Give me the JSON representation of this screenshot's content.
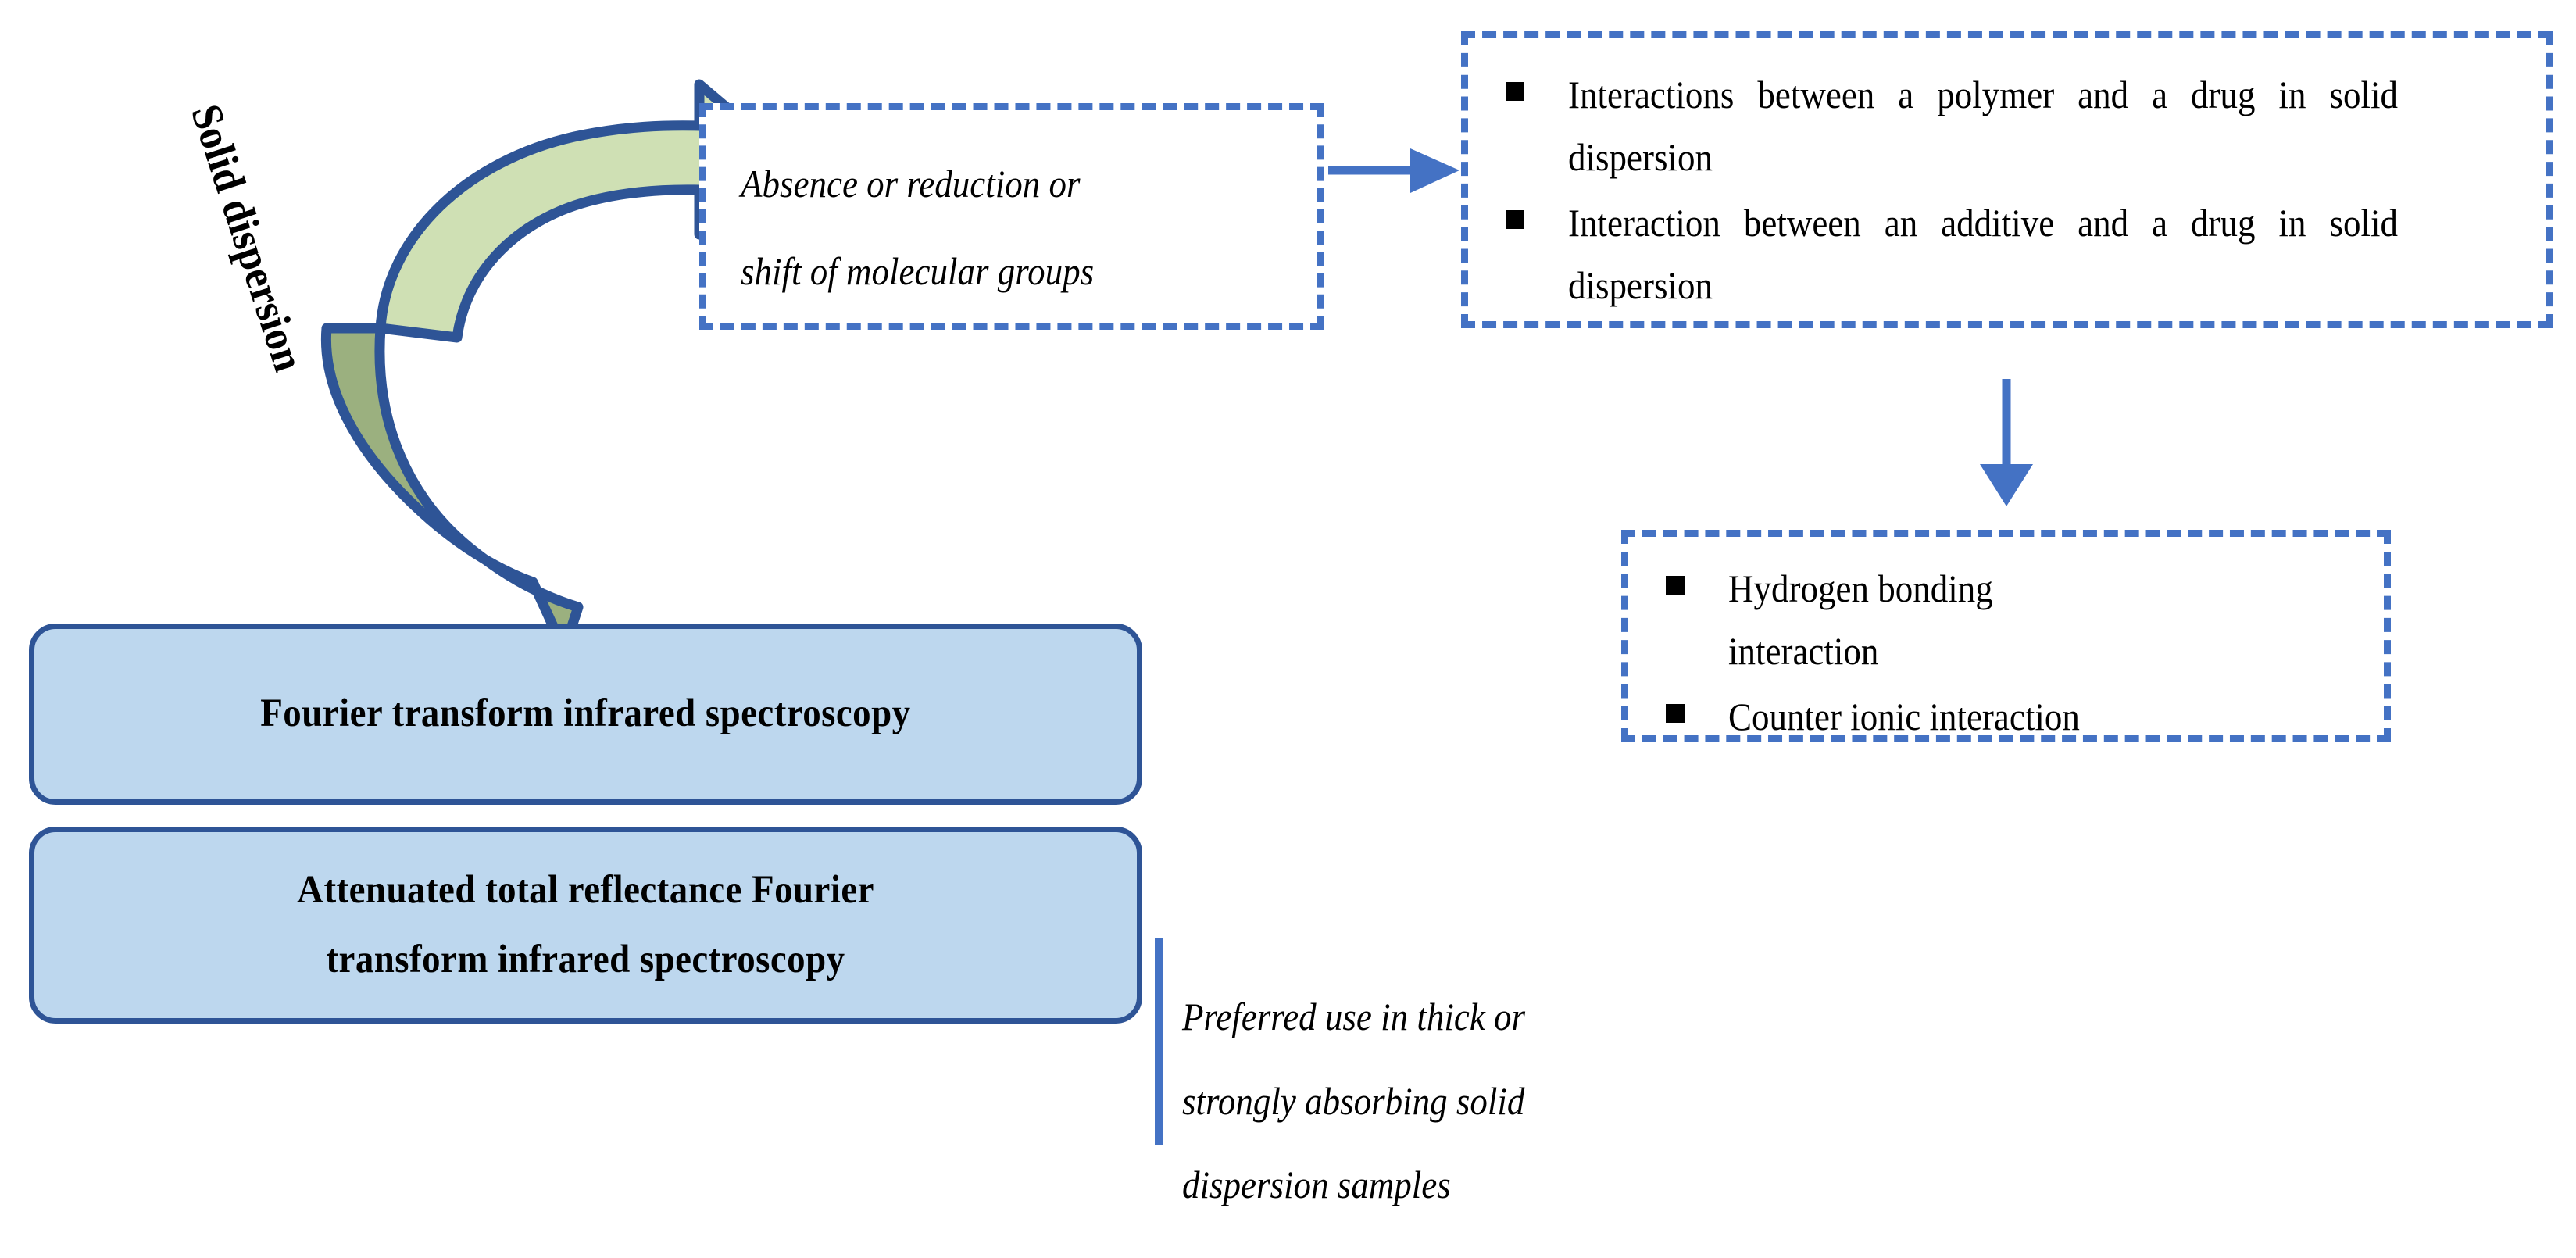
{
  "diagram": {
    "title_label": "Solid dispersion",
    "colors": {
      "dashed_border": "#4472c4",
      "round_box_fill": "#bdd7ee",
      "round_box_border": "#2e5496",
      "arrow_fill_light": "#cfe0b4",
      "arrow_fill_dark": "#9bb07f",
      "arrow_outline": "#2e5496",
      "connector": "#4472c4",
      "text": "#000000"
    },
    "nodes": {
      "source_label": "Solid dispersion",
      "absence_box": {
        "line1": "Absence or reduction or",
        "line2": "shift of molecular groups"
      },
      "interactions_box": {
        "bullets": [
          "Interactions between a polymer and a drug in solid dispersion",
          "Interaction between an additive and a drug in solid dispersion"
        ]
      },
      "bonding_box": {
        "bullets": [
          "Hydrogen bonding interaction",
          "Counter ionic interaction"
        ]
      },
      "ftir_box": {
        "label": "Fourier transform infrared spectroscopy"
      },
      "atr_box": {
        "line1": "Attenuated total reflectance Fourier",
        "line2": "transform infrared spectroscopy"
      },
      "preferred_note": {
        "line1": "Preferred   use   in   thick   or",
        "line2": "strongly   absorbing   solid",
        "line3": "dispersion samples"
      }
    },
    "icons": {
      "curved_split_arrow": "curved-split-arrow-icon",
      "right_arrow": "arrow-right-icon",
      "down_arrow": "arrow-down-icon",
      "bullet": "square-bullet-icon",
      "brace": "vertical-rule-icon"
    }
  }
}
